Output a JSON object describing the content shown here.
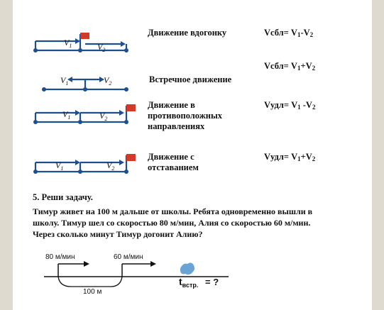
{
  "rows": [
    {
      "title": "Движение вдогонку",
      "formula_lhs": "Vсбл= V",
      "formula_rhs1": "1",
      "formula_op": "-V",
      "formula_rhs2": "2"
    },
    {
      "title": "Встречное движение",
      "formula_lhs": "Vсбл= V",
      "formula_rhs1": "1",
      "formula_op": "+V",
      "formula_rhs2": "2"
    },
    {
      "title": "Движение в противоположных направлениях",
      "formula_lhs": "Vудл= V",
      "formula_rhs1": "1",
      "formula_op": " -V",
      "formula_rhs2": "2"
    },
    {
      "title": "Движение с отставанием",
      "formula_lhs": "Vудл= V",
      "formula_rhs1": "1",
      "formula_op": "+V",
      "formula_rhs2": "2"
    }
  ],
  "labels": {
    "v": "V",
    "one": "1",
    "two": "2"
  },
  "problem": {
    "heading": "5. Реши задачу.",
    "line1": "Тимур живет на 100 м дальше от школы. Ребята одновременно вышли в",
    "line2": "школу. Тимур шел со скоростью 80 м/мин, Алия со скоростью 60 м/мин.",
    "line3": "Через сколько минут Тимур догонит Алию?"
  },
  "diagram": {
    "speed1": "80 м/мин",
    "speed2": "60 м/мин",
    "distance": "100 м",
    "t": "t",
    "t_sub": "встр.",
    "question": "= ?"
  }
}
